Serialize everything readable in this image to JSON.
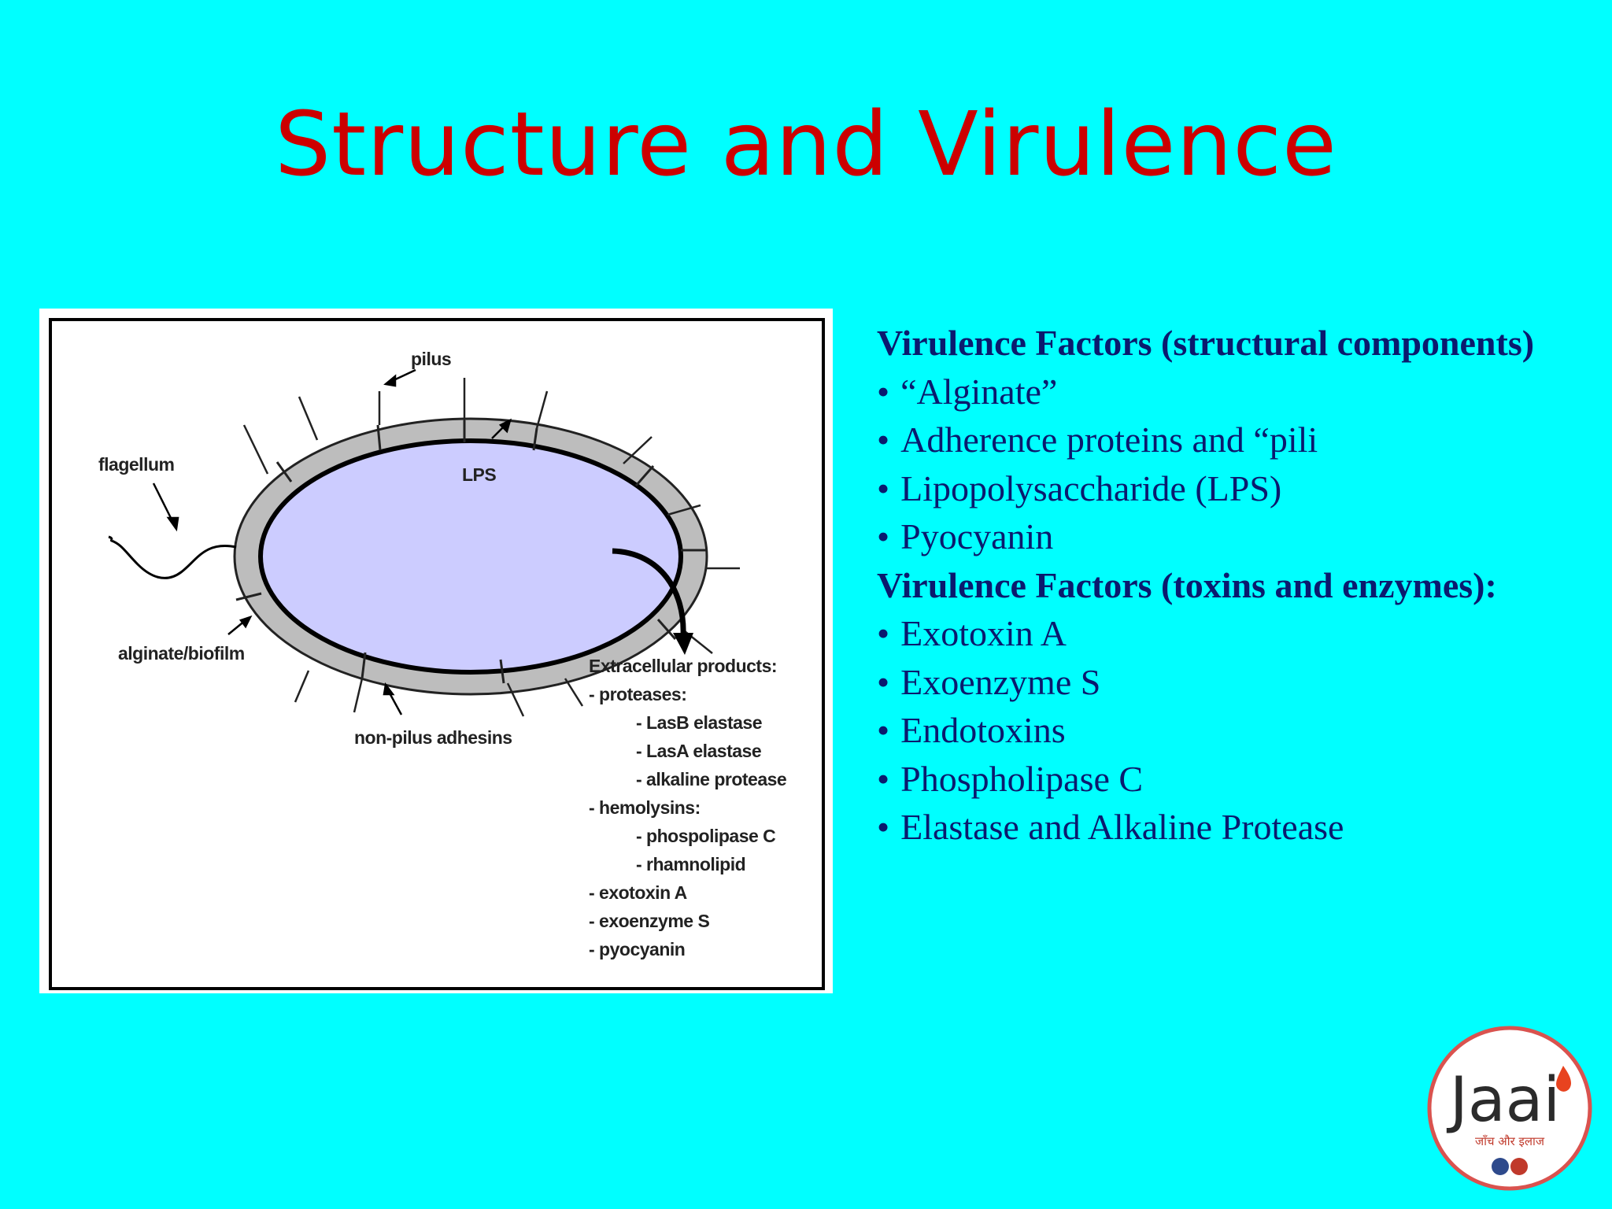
{
  "slide": {
    "title": "Structure and Virulence"
  },
  "diagram": {
    "labels": {
      "pilus": "pilus",
      "flagellum": "flagellum",
      "lps": "LPS",
      "alginate_biofilm": "alginate/biofilm",
      "non_pilus_adhesins": "non-pilus adhesins"
    },
    "extracellular": [
      "Extracellular products:",
      "- proteases:",
      "- LasB elastase",
      "- LasA elastase",
      "- alkaline protease",
      "- hemolysins:",
      "- phospolipase C",
      "- rhamnolipid",
      "- exotoxin A",
      "- exoenzyme S",
      "- pyocyanin"
    ],
    "colors": {
      "cell_body": "#CCCCFF",
      "envelope": "#BDBDBD"
    }
  },
  "content": {
    "heading1": "Virulence Factors (structural components)",
    "list1": [
      "“Alginate”",
      "Adherence proteins and “pili",
      "Lipopolysaccharide (LPS)",
      "Pyocyanin"
    ],
    "heading2": "Virulence Factors (toxins and enzymes):",
    "list2": [
      "Exotoxin A",
      "Exoenzyme S",
      "Endotoxins",
      "Phospholipase C",
      "Elastase and Alkaline Protease"
    ]
  },
  "logo": {
    "text": "Jaai",
    "tagline": "जाँच और इलाज"
  },
  "colors": {
    "background": "#00FFFF",
    "title": "#CC0000",
    "text": "#0B1A6E"
  }
}
